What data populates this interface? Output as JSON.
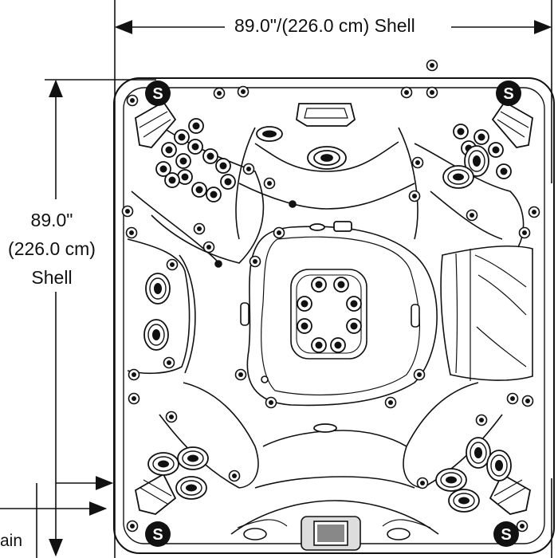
{
  "dimensions": {
    "width_label": "89.0\"/(226.0 cm) Shell",
    "height_label_line1": "89.0\"",
    "height_label_line2": "(226.0 cm)",
    "height_label_line3": "Shell",
    "drain_label_fragment": "ain"
  },
  "markers": {
    "seat_marker": "S"
  },
  "colors": {
    "line": "#111111",
    "marker_fill": "#111111",
    "marker_text": "#ffffff",
    "background": "#ffffff"
  }
}
